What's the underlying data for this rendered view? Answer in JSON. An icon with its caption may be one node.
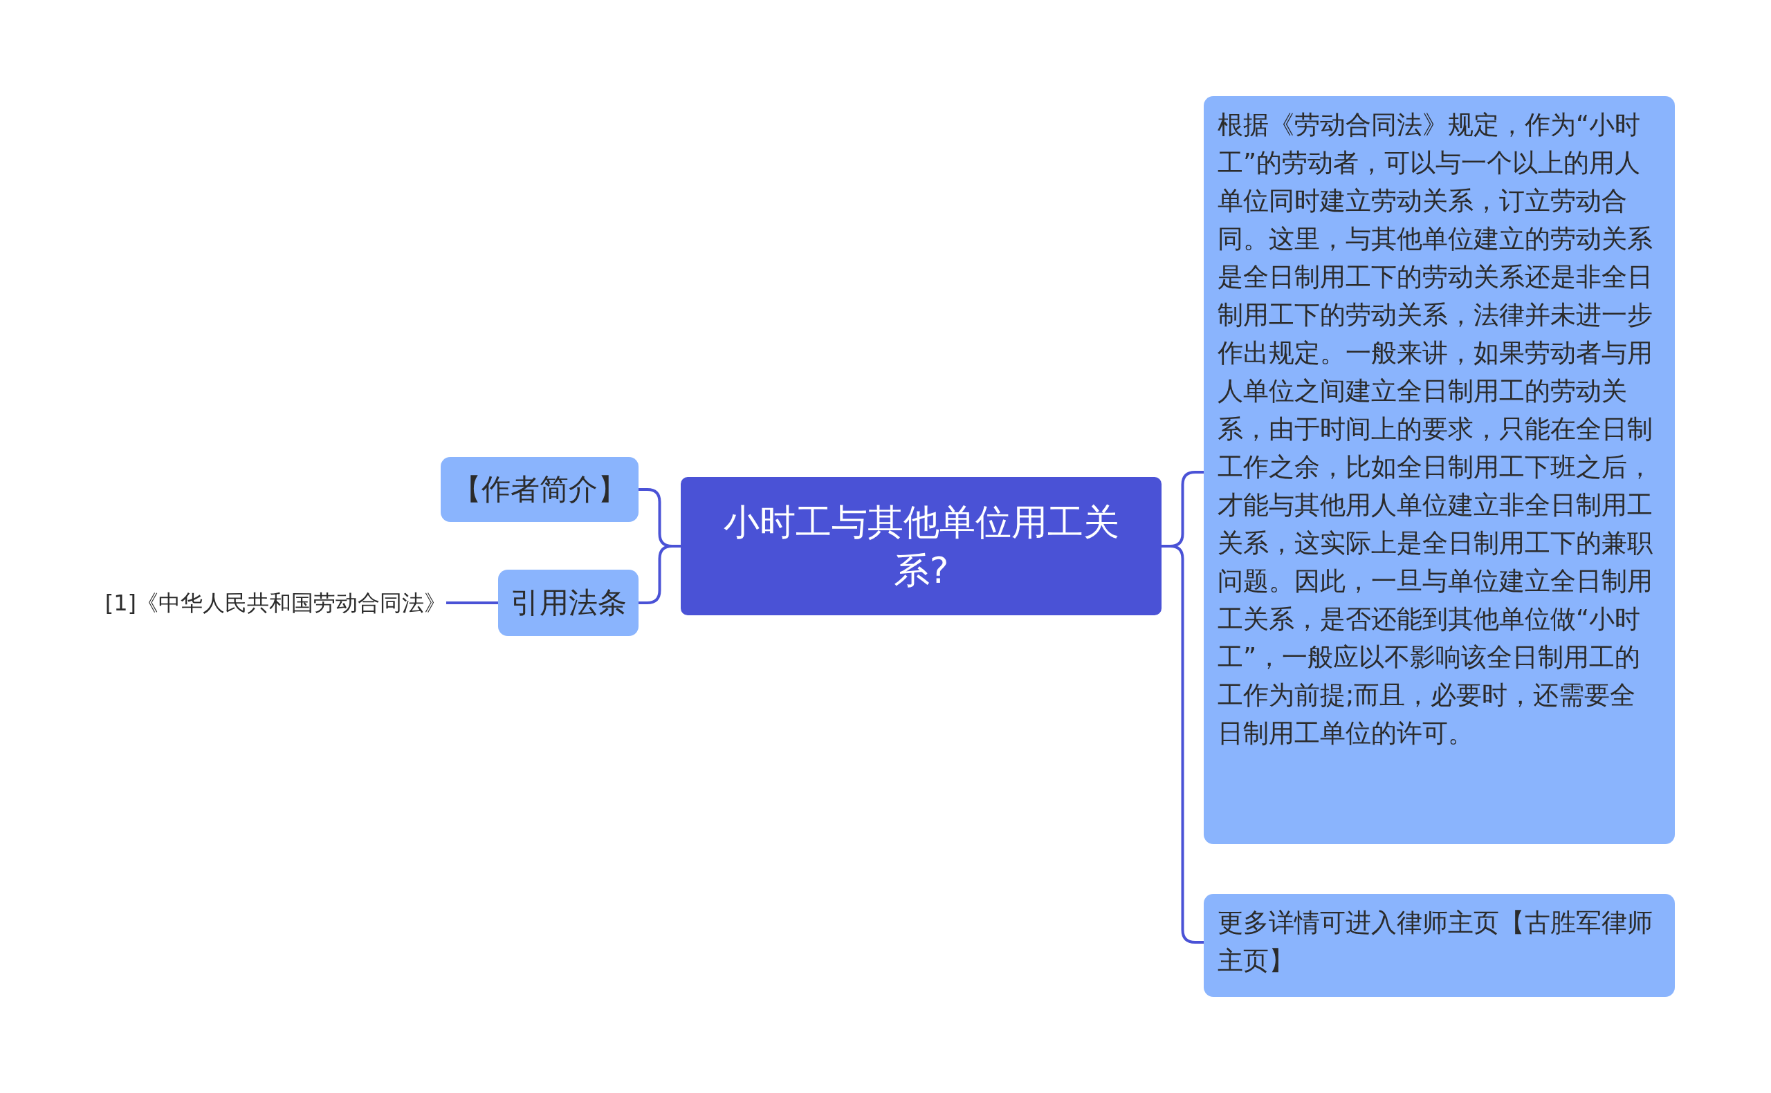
{
  "diagram": {
    "nodes": [
      {
        "text": [
          "小时工与其他单位用工关系?"
        ]
      },
      {
        "text": [
          "【作者简介】"
        ]
      },
      {
        "text": [
          "引用法条"
        ]
      },
      {
        "text": [
          "[1]《中华人民共和国劳动合同法》"
        ]
      },
      {
        "text": [
          "根据《劳动合同法》规定，作为“小时工”的劳动者，可以与一个以上的用人单位同时建立劳动关系，订立劳动合同。这里，与其他单位建立的劳动关系是全日制用工下的劳动关系还是非全日制用工下的劳动关系，法律并未进一步作出规定。一般来讲，如果劳动者与用人单位之间建立全日制用工的劳动关系，由于时间上的要求，只能在全日制工作之余，比如全日制用工下班之后，才能与其他用人单位建立非全日制用工关系，这实际上是全日制用工下的兼职问题。因此，一旦与单位建立全日制用工关系，是否还能到其他单位做“小时工”，一般应以不影响该全日制用工的工作为前提;而且，必要时，还需要全日制用工单位的许可。"
        ]
      },
      {
        "text": [
          "更多详情可进入律师主页【古胜军律师主页】"
        ]
      }
    ],
    "edges": [
      {
        "from": 0,
        "to": 1,
        "arrow": "none"
      },
      {
        "from": 0,
        "to": 2,
        "arrow": "none"
      },
      {
        "from": 2,
        "to": 3,
        "arrow": "none"
      },
      {
        "from": 0,
        "to": 4,
        "arrow": "none"
      },
      {
        "from": 0,
        "to": 5,
        "arrow": "none"
      }
    ]
  }
}
